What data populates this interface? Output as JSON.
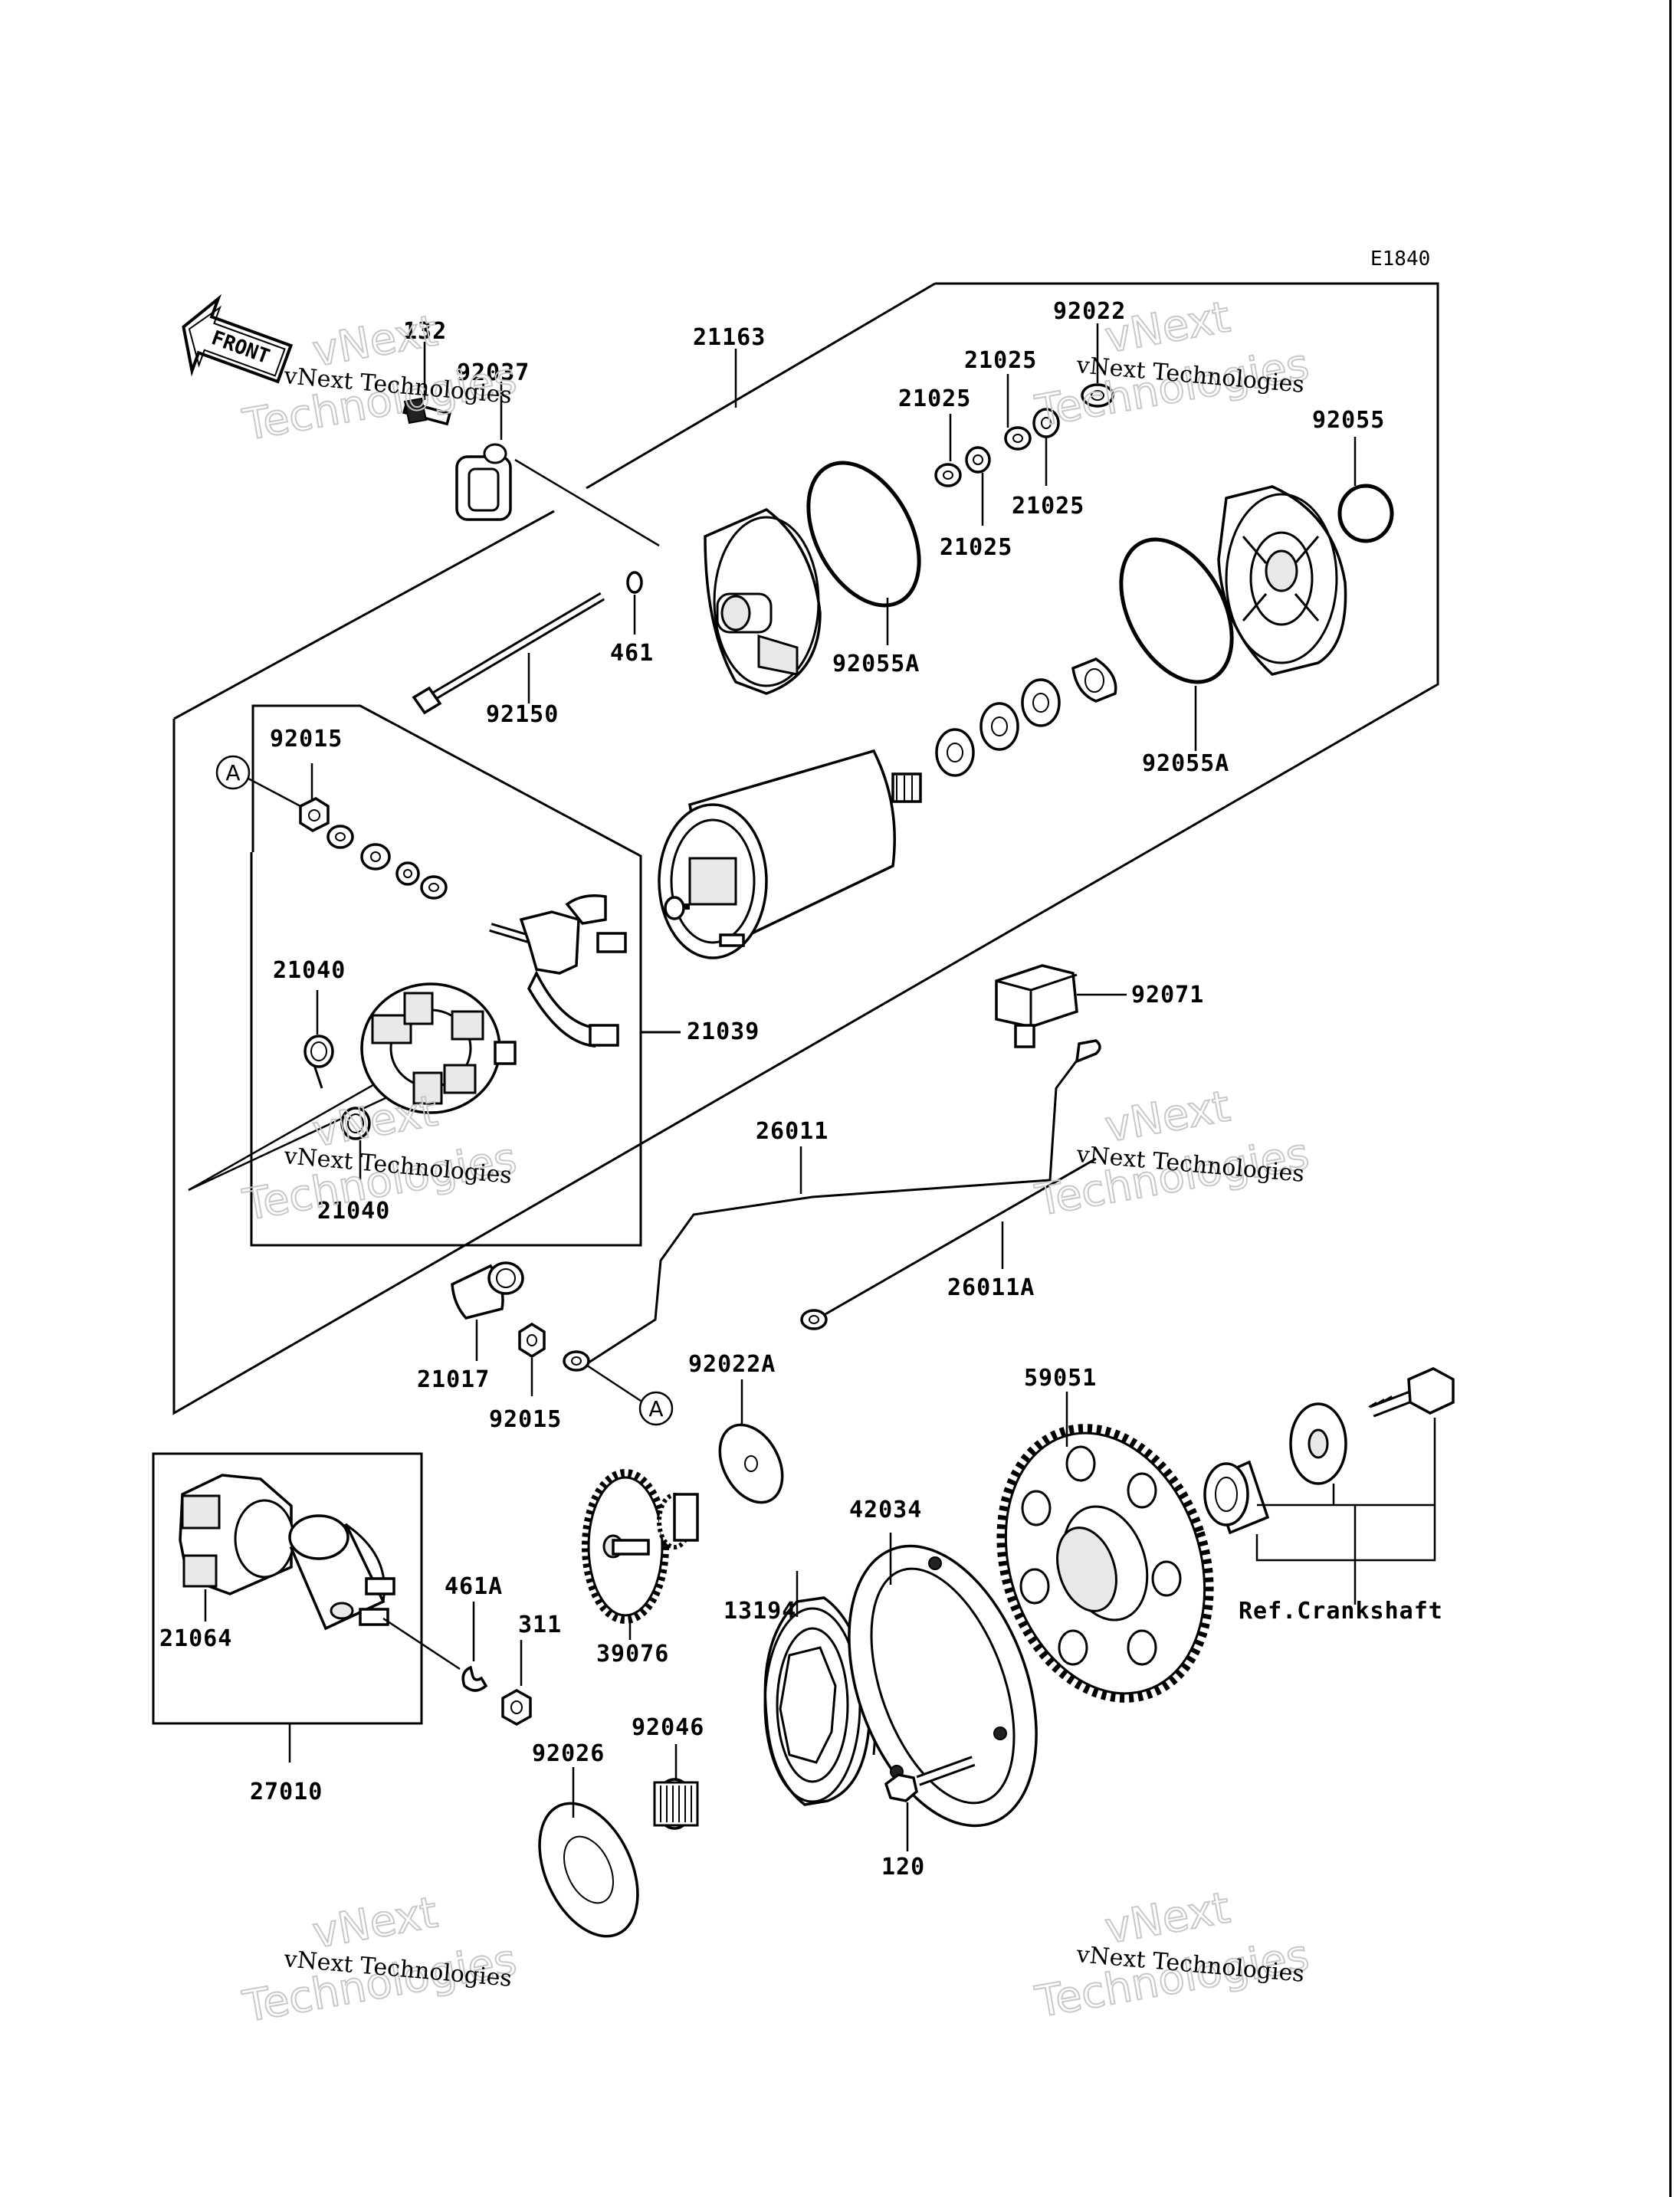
{
  "diagram_code": "E1840",
  "front_label": "FRONT",
  "callout_letter": "A",
  "reference_label": "Ref.Crankshaft",
  "watermark": {
    "line1": "vNext Technologies",
    "line2": "vNext",
    "line3": "Technologies"
  },
  "parts": {
    "p132": "132",
    "p92037": "92037",
    "p21163": "21163",
    "p92022": "92022",
    "p21025_a": "21025",
    "p21025_b": "21025",
    "p21025_c": "21025",
    "p21025_d": "21025",
    "p92055": "92055",
    "p461": "461",
    "p92150": "92150",
    "p92055A_a": "92055A",
    "p92055A_b": "92055A",
    "p92015_a": "92015",
    "p21040_a": "21040",
    "p21039": "21039",
    "p21040_b": "21040",
    "p92071": "92071",
    "p26011": "26011",
    "p26011A": "26011A",
    "p21017": "21017",
    "p92015_b": "92015",
    "p92022A": "92022A",
    "p59051": "59051",
    "p42034": "42034",
    "p21064": "21064",
    "p461A": "461A",
    "p311": "311",
    "p39076": "39076",
    "p13194": "13194",
    "p92046": "92046",
    "p92026": "92026",
    "p27010": "27010",
    "p120": "120"
  }
}
